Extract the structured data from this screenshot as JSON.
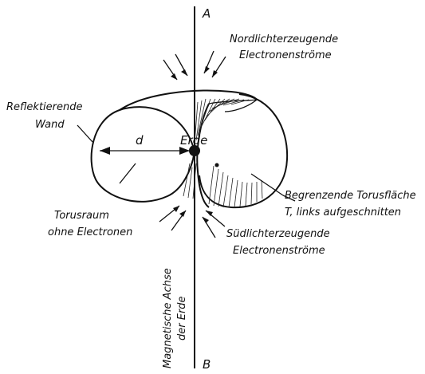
{
  "labels": {
    "axis_top": "A",
    "axis_bottom": "B",
    "north_line1": "Nordlichterzeugende",
    "north_line2": "Electronenströme",
    "wall_line1": "Reflektierende",
    "wall_line2": "Wand",
    "diameter": "d",
    "earth": "Erde",
    "torus_surface_line1": "Begrenzende Torusfläche",
    "torus_surface_line2": "T, links aufgeschnitten",
    "torus_space_line1": "Torusraum",
    "torus_space_line2": "ohne Electronen",
    "south_line1": "Südlichterzeugende",
    "south_line2": "Electronenströme",
    "axis_name_line1": "Magnetische Achse",
    "axis_name_line2": "der Erde"
  }
}
